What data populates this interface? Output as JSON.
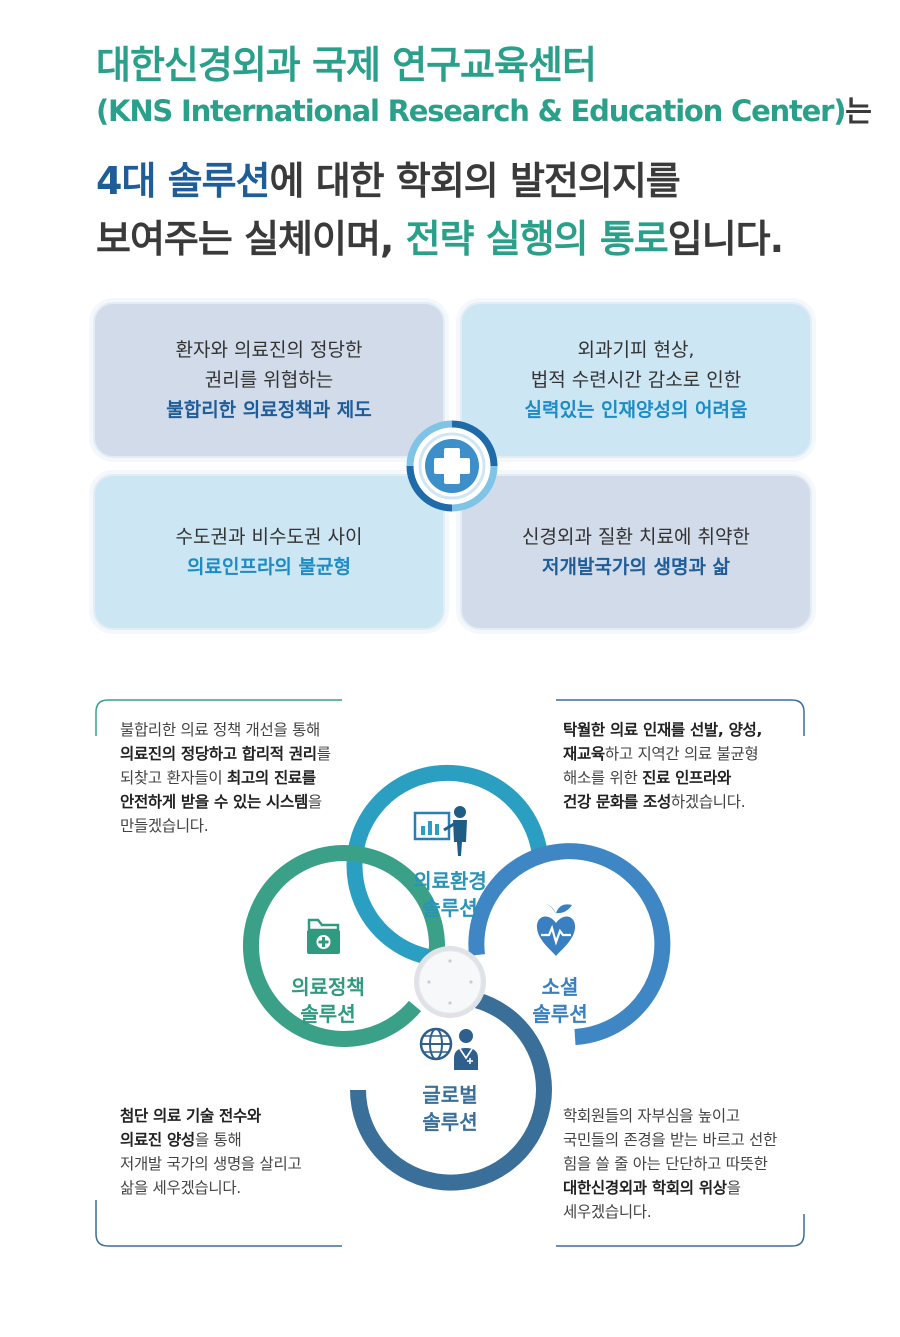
{
  "header": {
    "line1": "대한신경외과 국제 연구교육센터",
    "line2_main": "(KNS International Research & Education Center)",
    "line2_suffix": "는",
    "line3_hl": "4대 솔루션",
    "line3_rest": "에 대한 학회의 발전의지를",
    "line4_pre": "보여주는 실체이며, ",
    "line4_hl": "전략 실행의 통로",
    "line4_post": "입니다."
  },
  "quadrants": [
    {
      "line1": "환자와 의료진의 정당한",
      "line2": "권리를 위협하는",
      "highlight": "불합리한 의료정책과 제도"
    },
    {
      "line1": "외과기피 현상,",
      "line2": "법적 수련시간 감소로 인한",
      "highlight": "실력있는 인재양성의 어려움"
    },
    {
      "line1": "수도권과 비수도권 사이",
      "highlight": "의료인프라의 불균형"
    },
    {
      "line1": "신경외과 질환 치료에 취약한",
      "highlight": "저개발국가의 생명과 삶"
    }
  ],
  "solutions": {
    "environment": {
      "line1": "의료환경",
      "line2": "솔루션"
    },
    "policy": {
      "line1": "의료정책",
      "line2": "솔루션"
    },
    "social": {
      "line1": "소셜",
      "line2": "솔루션"
    },
    "global": {
      "line1": "글로벌",
      "line2": "솔루션"
    }
  },
  "corner_texts": {
    "top_left": {
      "l1": "불합리한 의료 정책 개선을 통해",
      "l2b": "의료진의 정당하고 합리적 권리",
      "l2r": "를",
      "l3r": "되찾고 환자들이 ",
      "l3b": "최고의 진료를",
      "l4b": "안전하게 받을 수 있는 시스템",
      "l4r": "을",
      "l5": "만들겠습니다."
    },
    "top_right": {
      "l1b": "탁월한 의료 인재를 선발, 양성,",
      "l2b": "재교육",
      "l2r": "하고 지역간 의료 불균형",
      "l3r": "해소를 위한 ",
      "l3b": "진료 인프라와",
      "l4b": "건강 문화를 조성",
      "l4r": "하겠습니다."
    },
    "bottom_left": {
      "l1b": "첨단 의료 기술 전수와",
      "l2b": "의료진 양성",
      "l2r": "을 통해",
      "l3": "저개발 국가의 생명을 살리고",
      "l4": "삶을 세우겠습니다."
    },
    "bottom_right": {
      "l1": "학회원들의 자부심을 높이고",
      "l2": "국민들의 존경을 받는 바르고 선한",
      "l3": "힘을 쓸 줄 아는 단단하고 따뜻한",
      "l4b": "대한신경외과 학회의 위상",
      "l4r": "을",
      "l5": "세우겠습니다."
    }
  },
  "colors": {
    "brand_green": "#2aa08a",
    "brand_blue": "#1f5d98",
    "ring_environment": "#2a9fc2",
    "ring_policy": "#3aa088",
    "ring_social": "#3f86c4",
    "ring_global": "#3a6f9a"
  },
  "icons": {
    "environment": "presentation-icon",
    "policy": "medical-folder-icon",
    "social": "heart-apple-icon",
    "global": "globe-doctor-icon",
    "center": "plus-icon"
  }
}
